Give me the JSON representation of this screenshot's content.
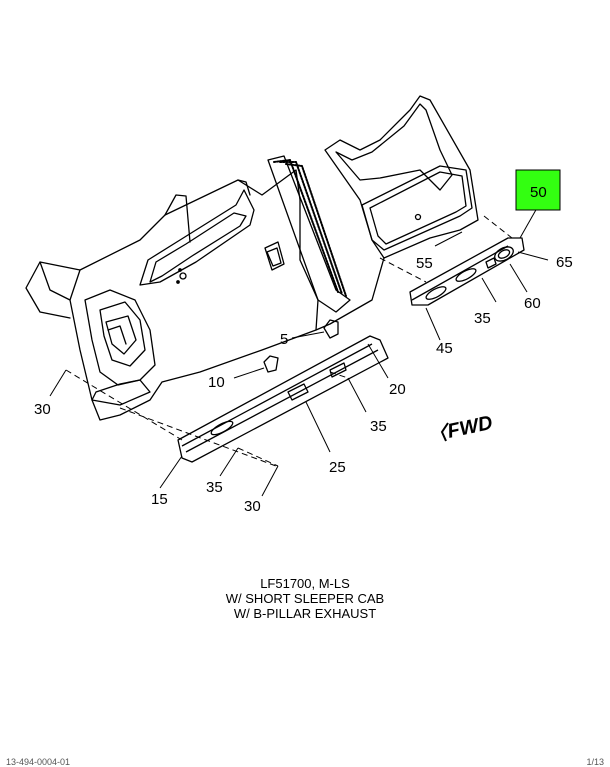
{
  "callouts": {
    "c50": "50",
    "c55": "55",
    "c65": "65",
    "c60": "60",
    "c35_right": "35",
    "c45": "45",
    "c5": "5",
    "c10": "10",
    "c20": "20",
    "c30_left": "30",
    "c35_mid": "35",
    "c25": "25",
    "c15": "15",
    "c35_bottom": "35",
    "c30_bottom": "30"
  },
  "fwd_label": "FWD",
  "caption": {
    "line1": "LF51700, M-LS",
    "line2": "W/ SHORT SLEEPER CAB",
    "line3": "W/ B-PILLAR EXHAUST"
  },
  "footer": {
    "left": "13-494-0004-01",
    "right": "1/13"
  },
  "colors": {
    "highlight": "#33ff11",
    "line": "#000000"
  }
}
